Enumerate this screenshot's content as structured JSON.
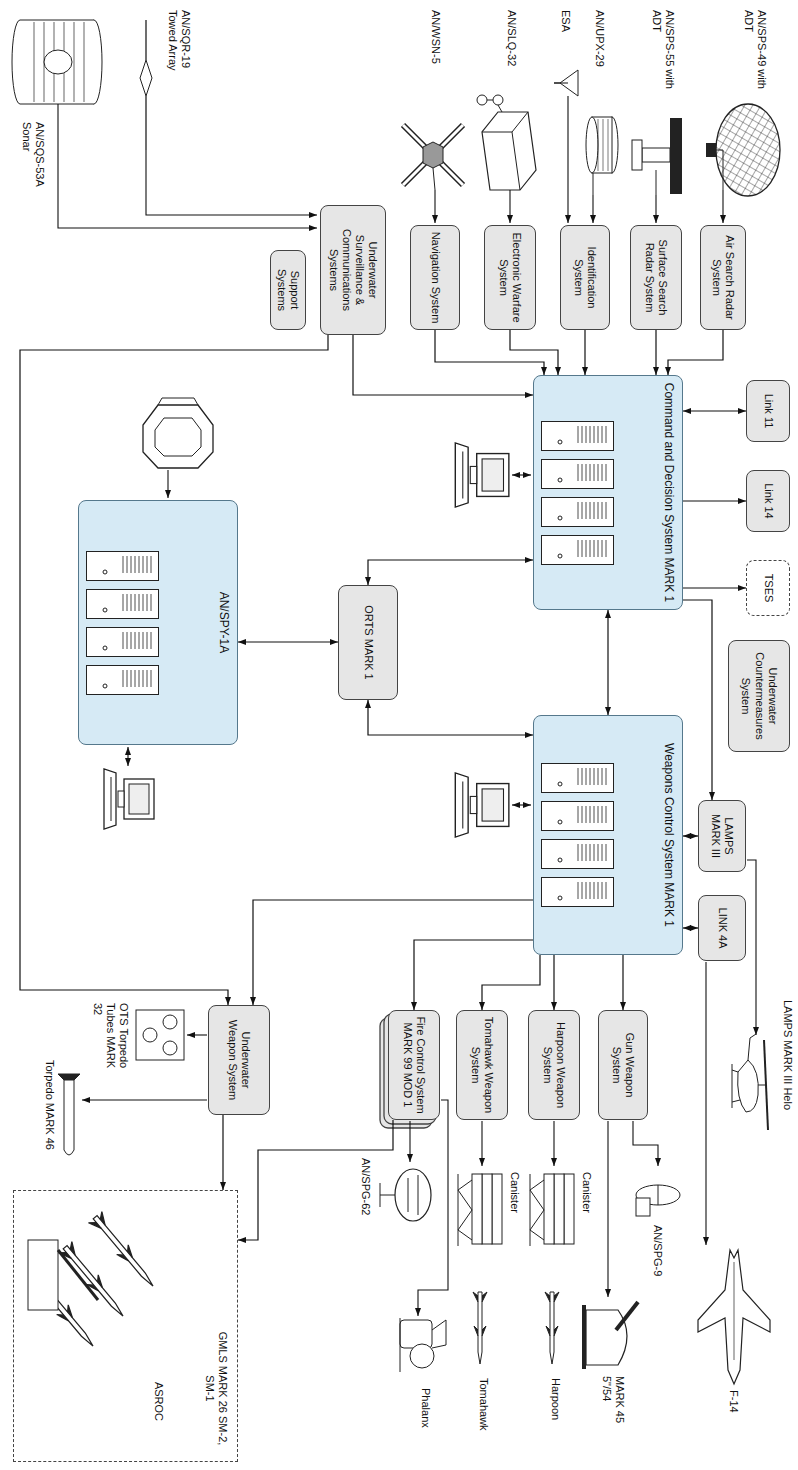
{
  "diagram": {
    "nodes": [
      {
        "text": [
          "Air Search Radar System"
        ]
      },
      {
        "text": [
          "Surface Search Radar System"
        ]
      },
      {
        "text": [
          "Identification System"
        ]
      },
      {
        "text": [
          "Electronic Warfare System"
        ]
      },
      {
        "text": [
          "Navigation System"
        ]
      },
      {
        "text": [
          "Underwater Surveillance & Communications Systems"
        ]
      },
      {
        "text": [
          "Support Systems"
        ]
      },
      {
        "text": [
          "Link 11"
        ]
      },
      {
        "text": [
          "Link 14"
        ]
      },
      {
        "text": [
          "TSES"
        ]
      },
      {
        "text": [
          "Underwater Countermeasures System"
        ]
      },
      {
        "text": [
          "LAMPS MARK III"
        ]
      },
      {
        "text": [
          "LINK 4A"
        ]
      },
      {
        "text": [
          "Command and Decision System MARK 1"
        ]
      },
      {
        "text": [
          "Weapons Control System MARK 1"
        ]
      },
      {
        "text": [
          "ORTS MARK 1"
        ]
      },
      {
        "text": [
          "AN/SPY-1A"
        ]
      },
      {
        "text": [
          "Underwater Weapon System"
        ]
      },
      {
        "text": [
          "Gun Weapon System"
        ]
      },
      {
        "text": [
          "Harpoon Weapon System"
        ]
      },
      {
        "text": [
          "Tomahawk Weapon System"
        ]
      },
      {
        "text": [
          "Fire Control System MARK 99 MOD 1"
        ]
      },
      {
        "text": [
          "GMLS MARK 26 SM-2, SM-1",
          "ASROC"
        ]
      }
    ],
    "edges": [
      {
        "from": 0,
        "to": 13,
        "arrow": "to"
      },
      {
        "from": 1,
        "to": 13,
        "arrow": "to"
      },
      {
        "from": 2,
        "to": 13,
        "arrow": "to"
      },
      {
        "from": 3,
        "to": 13,
        "arrow": "to"
      },
      {
        "from": 4,
        "to": 13,
        "arrow": "to"
      },
      {
        "from": 5,
        "to": 13,
        "arrow": "to"
      },
      {
        "from": 5,
        "to": 17,
        "arrow": "to"
      },
      {
        "from": 13,
        "to": 7,
        "arrow": "both"
      },
      {
        "from": 13,
        "to": 8,
        "arrow": "to"
      },
      {
        "from": 13,
        "to": 9,
        "arrow": "to"
      },
      {
        "from": 13,
        "to": 11,
        "arrow": "to"
      },
      {
        "from": 14,
        "to": 11,
        "arrow": "both"
      },
      {
        "from": 14,
        "to": 12,
        "arrow": "both"
      },
      {
        "from": 13,
        "to": 14,
        "arrow": "both"
      },
      {
        "from": 13,
        "to": 15,
        "arrow": "both"
      },
      {
        "from": 14,
        "to": 15,
        "arrow": "both"
      },
      {
        "from": 15,
        "to": 16,
        "arrow": "both"
      },
      {
        "from": 14,
        "to": 17,
        "arrow": "to"
      },
      {
        "from": 14,
        "to": 18,
        "arrow": "to"
      },
      {
        "from": 14,
        "to": 19,
        "arrow": "to"
      },
      {
        "from": 14,
        "to": 20,
        "arrow": "to"
      },
      {
        "from": 14,
        "to": 21,
        "arrow": "to"
      },
      {
        "from": 21,
        "to": 22,
        "arrow": "to"
      },
      {
        "from": 17,
        "to": 22,
        "arrow": "to"
      }
    ],
    "labels": [
      "AN/SPS-49 with ADT",
      "AN/SPS-55 with ADT",
      "AN/UPX-29",
      "ESA",
      "AN/SLQ-32",
      "AN/WSN-5",
      "AN/SQR-19 Towed Array",
      "AN/SQS-53A Sonar",
      "LAMPS MARK III Helo",
      "F-14",
      "AN/SPG-9",
      "MARK 45 5\"/54",
      "Canister",
      "Harpoon",
      "Canister",
      "Tomahawk",
      "AN/SPG-62",
      "Phalanx",
      "OTS Torpedo Tubes MARK 32",
      "Torpedo MARK 46"
    ]
  }
}
